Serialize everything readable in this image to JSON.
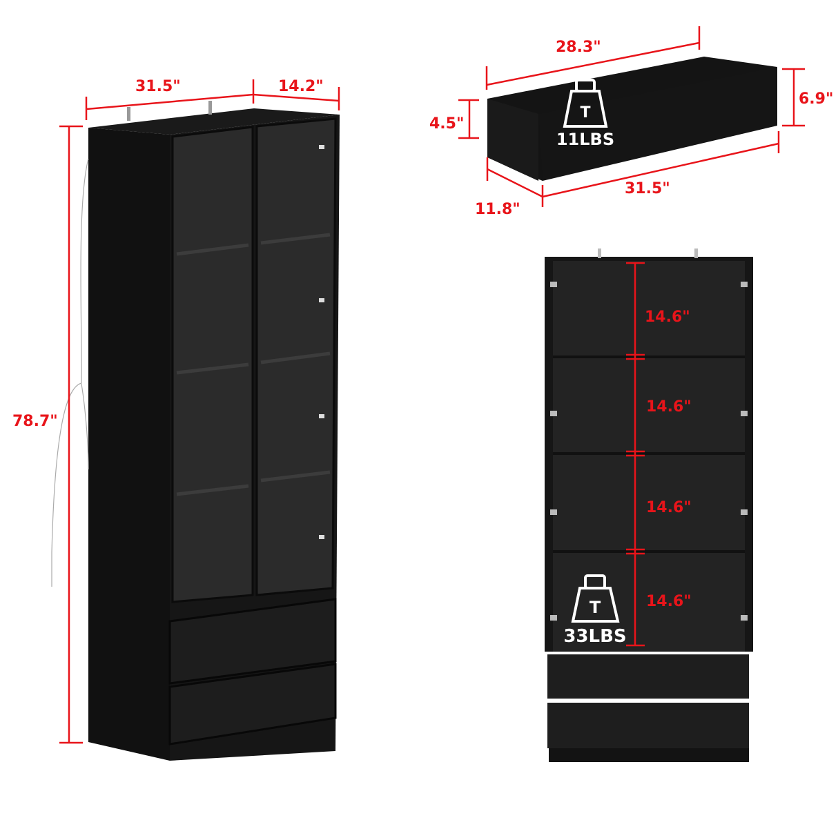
{
  "colors": {
    "dimension": "#e8141a",
    "cabinet": "#141414",
    "glass": "#2b2b2b",
    "weight_label": "#ffffff"
  },
  "cabinet_view": {
    "width": "31.5\"",
    "depth": "14.2\"",
    "height": "78.7\""
  },
  "drawer_view": {
    "inner_width": "28.3\"",
    "outer_width": "31.5\"",
    "depth": "11.8\"",
    "inner_height": "4.5\"",
    "front_height": "6.9\"",
    "weight_capacity": "11LBS",
    "weight_icon_letter": "T"
  },
  "front_view": {
    "shelf_heights": [
      "14.6\"",
      "14.6\"",
      "14.6\"",
      "14.6\""
    ],
    "weight_capacity": "33LBS",
    "weight_icon_letter": "T"
  }
}
